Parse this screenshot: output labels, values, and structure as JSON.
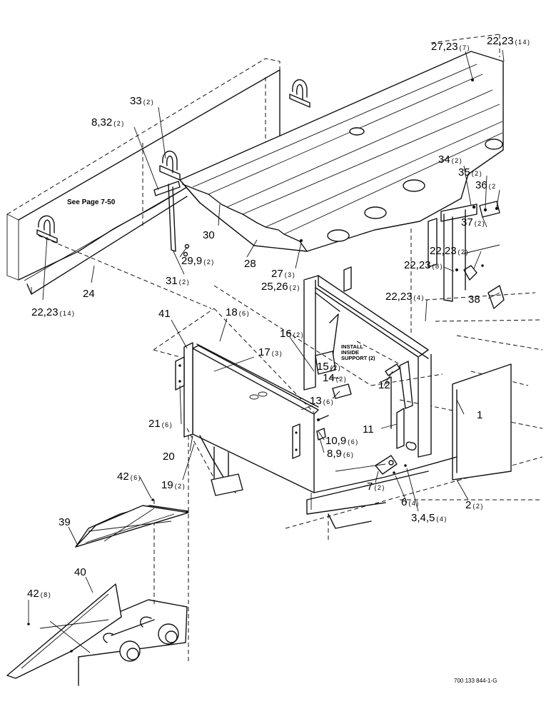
{
  "note": "See Page 7-50",
  "install_note": [
    "INSTALL",
    "INSIDE",
    "SUPPORT (2)"
  ],
  "doc_number": "700 133 844-1-G",
  "callouts": [
    {
      "id": "c-27-23-7",
      "num": "27,23",
      "qty": "(7)"
    },
    {
      "id": "c-22-23-14-top",
      "num": "22,23",
      "qty": "(14)"
    },
    {
      "id": "c-33",
      "num": "33",
      "qty": "(2)"
    },
    {
      "id": "c-8-32",
      "num": "8,32",
      "qty": "(2)"
    },
    {
      "id": "c-34",
      "num": "34",
      "qty": "(2)"
    },
    {
      "id": "c-35",
      "num": "35",
      "qty": "(2)"
    },
    {
      "id": "c-36",
      "num": "36",
      "qty": "(2"
    },
    {
      "id": "c-30",
      "num": "30",
      "qty": ""
    },
    {
      "id": "c-28",
      "num": "28",
      "qty": ""
    },
    {
      "id": "c-37",
      "num": "37",
      "qty": "(2)"
    },
    {
      "id": "c-29-9",
      "num": "29,9",
      "qty": "(2)"
    },
    {
      "id": "c-27-3",
      "num": "27",
      "qty": "(3)"
    },
    {
      "id": "c-22-23-2",
      "num": "22,23",
      "qty": "(2)"
    },
    {
      "id": "c-31",
      "num": "31",
      "qty": "(2)"
    },
    {
      "id": "c-25-26",
      "num": "25,26",
      "qty": "(2)"
    },
    {
      "id": "c-22-23-8",
      "num": "22,23",
      "qty": "(8)"
    },
    {
      "id": "c-24",
      "num": "24",
      "qty": ""
    },
    {
      "id": "c-22-23-14-left",
      "num": "22,23",
      "qty": "(14)"
    },
    {
      "id": "c-22-23-4",
      "num": "22,23",
      "qty": "(4)"
    },
    {
      "id": "c-38",
      "num": "38",
      "qty": ""
    },
    {
      "id": "c-41",
      "num": "41",
      "qty": ""
    },
    {
      "id": "c-18",
      "num": "18",
      "qty": "(6)"
    },
    {
      "id": "c-16",
      "num": "16",
      "qty": "(2)"
    },
    {
      "id": "c-17",
      "num": "17",
      "qty": "(3)"
    },
    {
      "id": "c-15",
      "num": "15",
      "qty": "(2)"
    },
    {
      "id": "c-14",
      "num": "14",
      "qty": "(2)"
    },
    {
      "id": "c-12",
      "num": "12",
      "qty": ""
    },
    {
      "id": "c-13",
      "num": "13",
      "qty": "(6)"
    },
    {
      "id": "c-1",
      "num": "1",
      "qty": ""
    },
    {
      "id": "c-21",
      "num": "21",
      "qty": "(6)"
    },
    {
      "id": "c-11",
      "num": "11",
      "qty": ""
    },
    {
      "id": "c-10-9",
      "num": "10,9",
      "qty": "(6)"
    },
    {
      "id": "c-20",
      "num": "20",
      "qty": ""
    },
    {
      "id": "c-8-9",
      "num": "8,9",
      "qty": "(6)"
    },
    {
      "id": "c-19",
      "num": "19",
      "qty": "(2)"
    },
    {
      "id": "c-7",
      "num": "7",
      "qty": "(2)"
    },
    {
      "id": "c-42-6",
      "num": "42",
      "qty": "(6)"
    },
    {
      "id": "c-6",
      "num": "6",
      "qty": "(4)"
    },
    {
      "id": "c-2",
      "num": "2",
      "qty": "(2)"
    },
    {
      "id": "c-3-4-5",
      "num": "3,4,5",
      "qty": "(4)"
    },
    {
      "id": "c-39",
      "num": "39",
      "qty": ""
    },
    {
      "id": "c-40",
      "num": "40",
      "qty": ""
    },
    {
      "id": "c-42-8",
      "num": "42",
      "qty": "(8)"
    }
  ]
}
